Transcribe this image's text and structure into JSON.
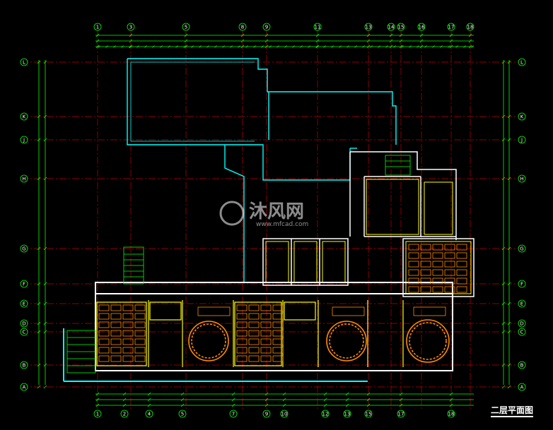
{
  "drawing": {
    "title": "二层平面图",
    "watermark": {
      "brand": "沐风网",
      "url": "www.mfcad.com"
    },
    "colors": {
      "background": "#000000",
      "grid": "#c00000",
      "wall": "#ffffff",
      "partition": "#ffff00",
      "glass": "#00ffff",
      "dimension": "#00ff00",
      "furniture": "#ff8c00",
      "stair": "#00ff00"
    }
  },
  "axes": {
    "top": [
      "1",
      "3",
      "5",
      "8",
      "9",
      "11",
      "13",
      "14",
      "15",
      "16",
      "17",
      "18"
    ],
    "bottom": [
      "1",
      "2",
      "4",
      "5",
      "7",
      "9",
      "10",
      "12",
      "13",
      "15",
      "17",
      "18"
    ],
    "left": [
      "L",
      "K",
      "J",
      "H",
      "G",
      "F",
      "E",
      "D",
      "C",
      "B",
      "A"
    ],
    "right": [
      "L",
      "K",
      "J",
      "H",
      "G",
      "F",
      "E",
      "D",
      "C",
      "B",
      "A"
    ]
  }
}
